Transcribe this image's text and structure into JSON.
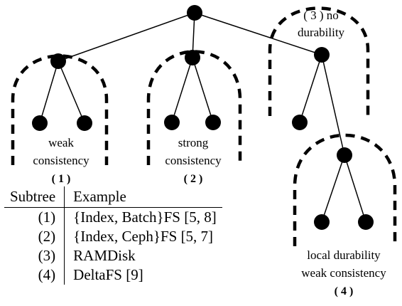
{
  "diagram": {
    "labels": {
      "subtree1_line1": "weak",
      "subtree1_line2": "consistency",
      "subtree1_num": "( 1 )",
      "subtree2_line1": "strong",
      "subtree2_line2": "consistency",
      "subtree2_num": "( 2 )",
      "subtree3_line1": "( 3 ) no",
      "subtree3_line2": "durability",
      "subtree4_line1": "local durability",
      "subtree4_line2": "weak consistency",
      "subtree4_num": "( 4 )"
    }
  },
  "table": {
    "headers": [
      "Subtree",
      "Example"
    ],
    "rows": [
      [
        "(1)",
        "{Index, Batch}FS [5, 8]"
      ],
      [
        "(2)",
        "{Index, Ceph}FS [5, 7]"
      ],
      [
        "(3)",
        "RAMDisk"
      ],
      [
        "(4)",
        "DeltaFS [9]"
      ]
    ]
  }
}
